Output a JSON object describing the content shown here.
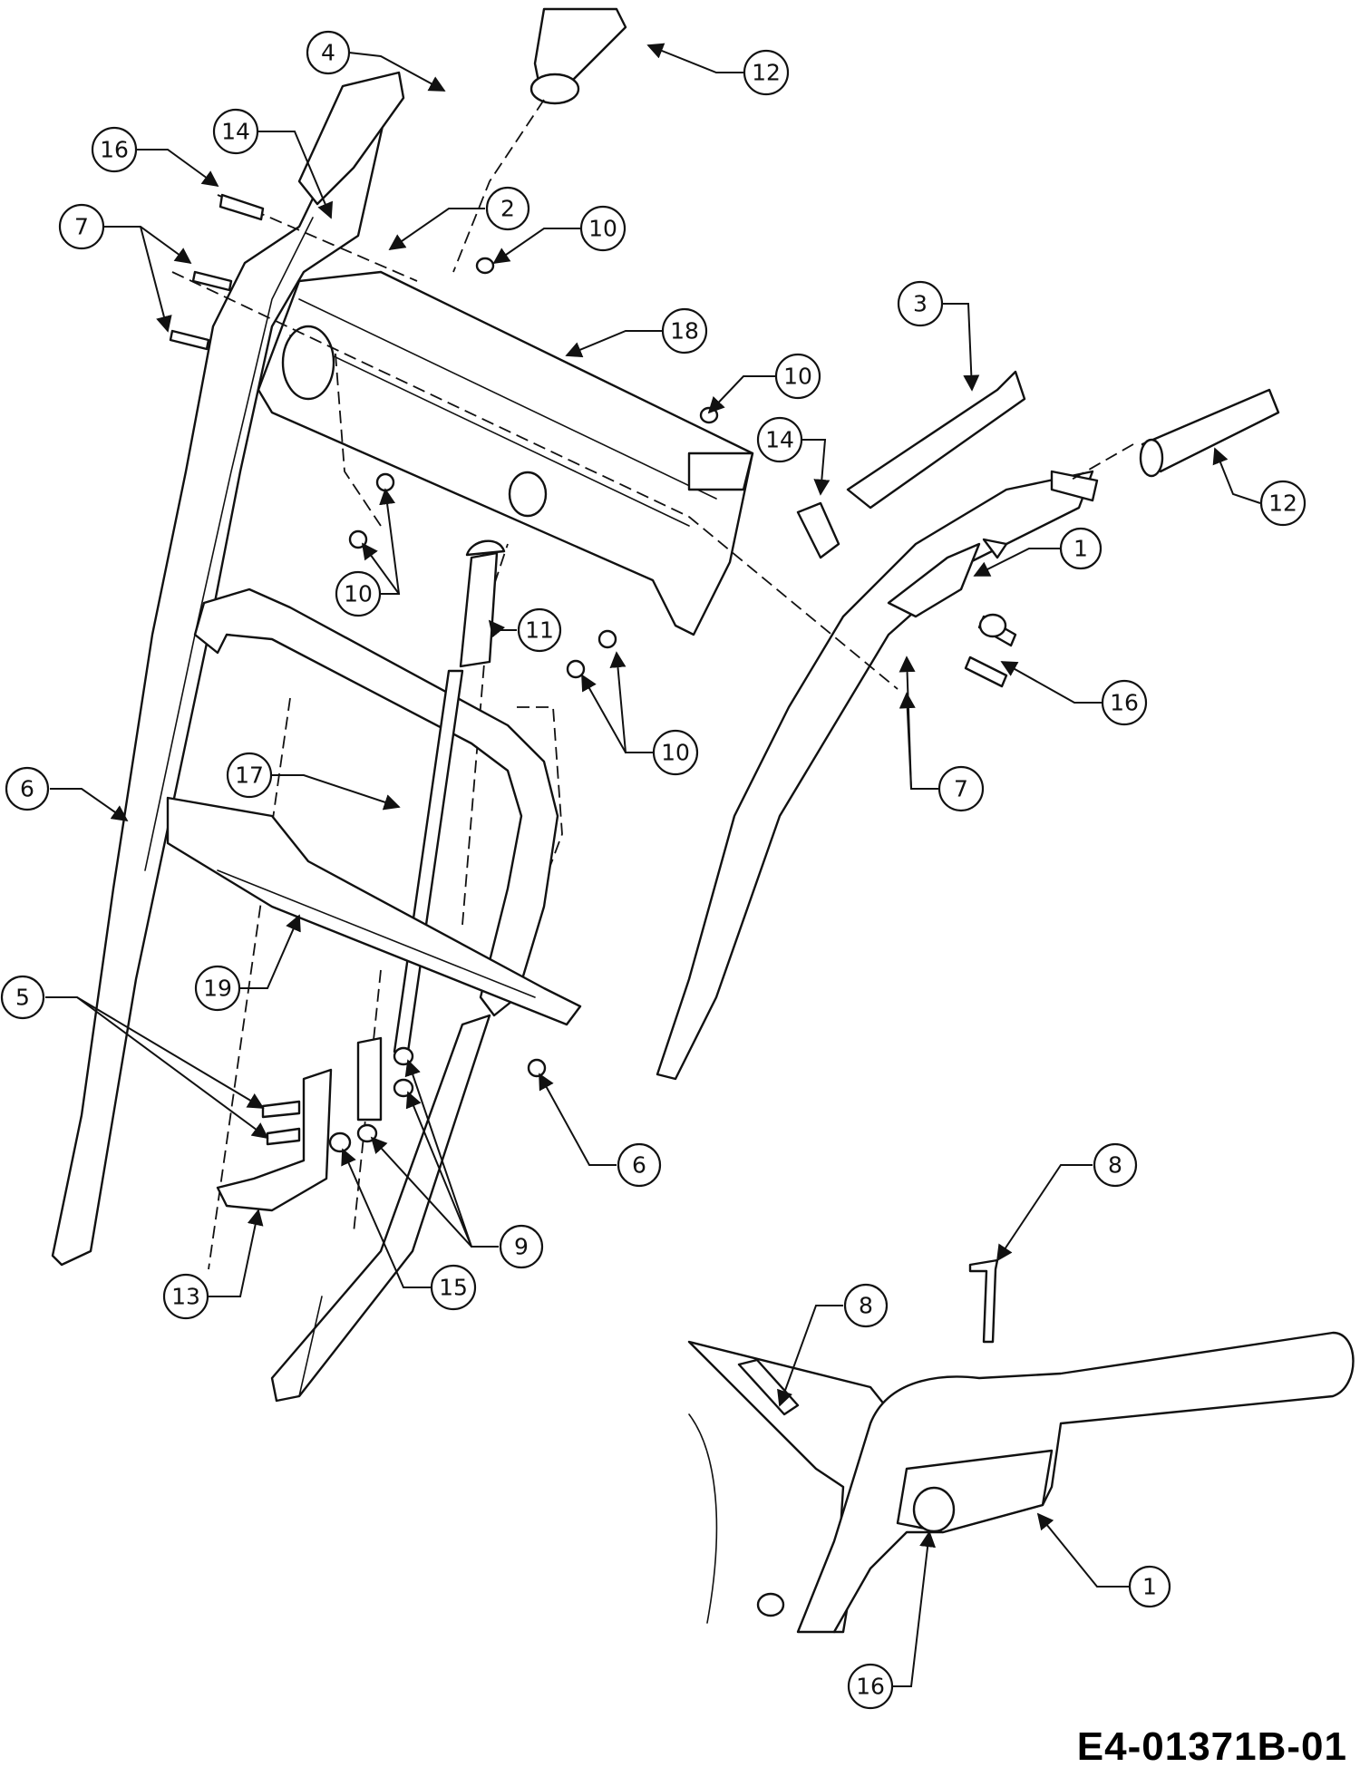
{
  "diagram": {
    "callouts": [
      {
        "id": "c4",
        "label": "4"
      },
      {
        "id": "c12a",
        "label": "12"
      },
      {
        "id": "c14a",
        "label": "14"
      },
      {
        "id": "c16a",
        "label": "16"
      },
      {
        "id": "c2",
        "label": "2"
      },
      {
        "id": "c10a",
        "label": "10"
      },
      {
        "id": "c7a",
        "label": "7"
      },
      {
        "id": "c18",
        "label": "18"
      },
      {
        "id": "c3",
        "label": "3"
      },
      {
        "id": "c10b",
        "label": "10"
      },
      {
        "id": "c14b",
        "label": "14"
      },
      {
        "id": "c12b",
        "label": "12"
      },
      {
        "id": "c1a",
        "label": "1"
      },
      {
        "id": "c10c",
        "label": "10"
      },
      {
        "id": "c11",
        "label": "11"
      },
      {
        "id": "c16b",
        "label": "16"
      },
      {
        "id": "c10d",
        "label": "10"
      },
      {
        "id": "c6a",
        "label": "6"
      },
      {
        "id": "c17",
        "label": "17"
      },
      {
        "id": "c7b",
        "label": "7"
      },
      {
        "id": "c19",
        "label": "19"
      },
      {
        "id": "c5",
        "label": "5"
      },
      {
        "id": "c6b",
        "label": "6"
      },
      {
        "id": "c8a",
        "label": "8"
      },
      {
        "id": "c9",
        "label": "9"
      },
      {
        "id": "c13",
        "label": "13"
      },
      {
        "id": "c15",
        "label": "15"
      },
      {
        "id": "c8b",
        "label": "8"
      },
      {
        "id": "c1b",
        "label": "1"
      },
      {
        "id": "c16c",
        "label": "16"
      }
    ],
    "drawing_code": "E4-01371B-01"
  }
}
